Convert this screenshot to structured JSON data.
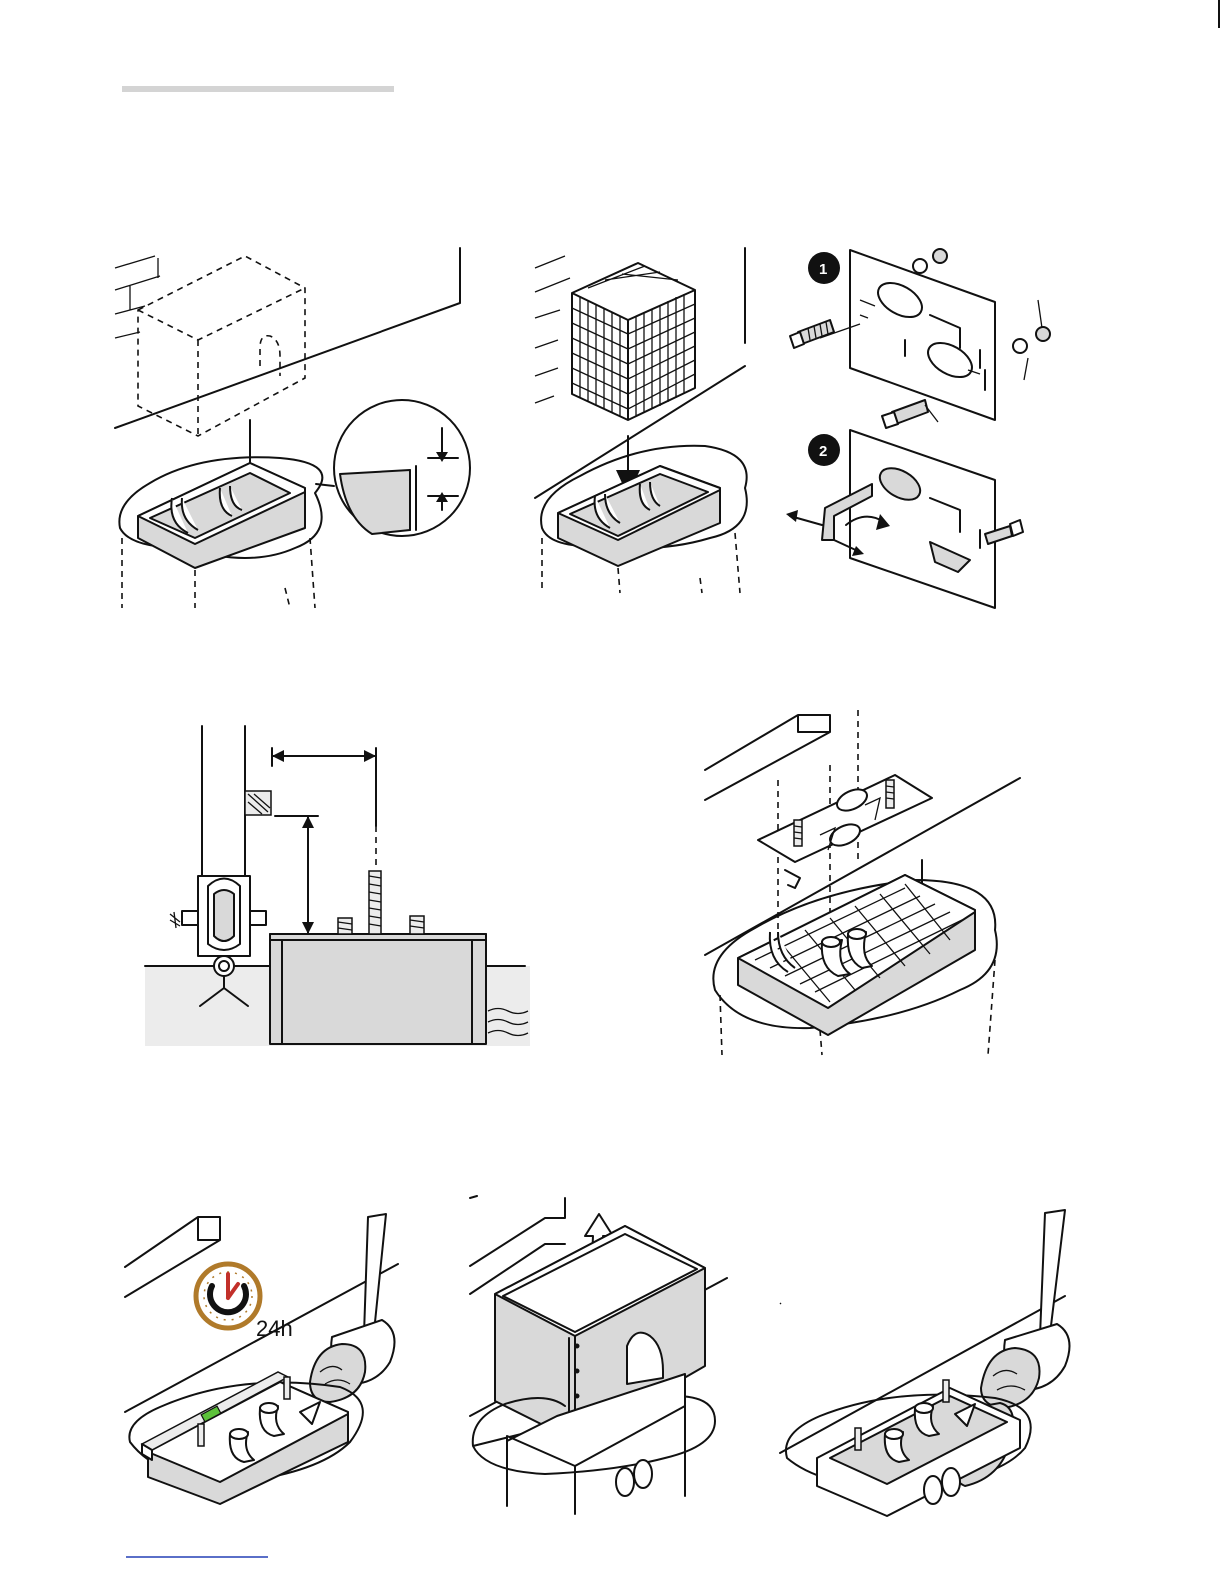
{
  "steps": {
    "curing_time": "24h",
    "badge_1": "1",
    "badge_2": "2"
  },
  "colors": {
    "concrete": "#d9d9d9",
    "clock_ring": "#b07a2a",
    "clock_hand": "#c2302a",
    "spirit_level_bubble": "#5cc23a",
    "link_underline": "#5a6fc8"
  }
}
